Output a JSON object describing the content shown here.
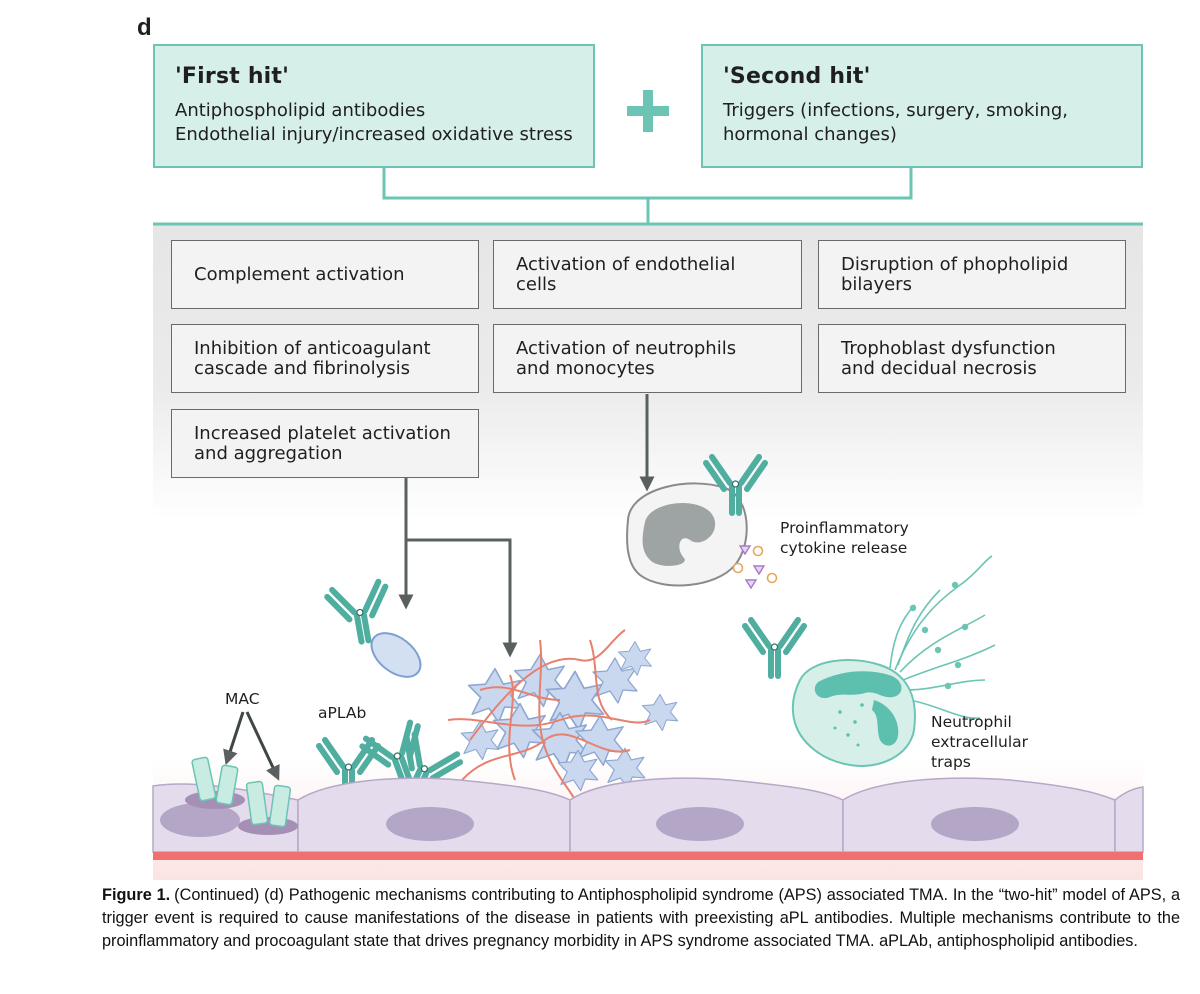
{
  "panel_letter": "d",
  "first_hit": {
    "title": "'First hit'",
    "lines": [
      "Antiphospholipid antibodies",
      "Endothelial injury/increased oxidative stress"
    ]
  },
  "second_hit": {
    "title": "'Second hit'",
    "lines": [
      "Triggers (infections, surgery, smoking,",
      "hormonal changes)"
    ]
  },
  "mechanisms": [
    {
      "lines": [
        "Complement activation"
      ]
    },
    {
      "lines": [
        "Activation of endothelial cells"
      ]
    },
    {
      "lines": [
        "Disruption of phopholipid",
        "bilayers"
      ]
    },
    {
      "lines": [
        "Inhibition of anticoagulant",
        "cascade and fibrinolysis"
      ]
    },
    {
      "lines": [
        "Activation of neutrophils",
        "and monocytes"
      ]
    },
    {
      "lines": [
        "Trophoblast dysfunction",
        "and decidual necrosis"
      ]
    },
    {
      "lines": [
        "Increased platelet activation",
        "and aggregation"
      ]
    }
  ],
  "labels": {
    "cytokine": [
      "Proinflammatory",
      "cytokine release"
    ],
    "mac": "MAC",
    "aplab": "aPLAb",
    "net": [
      "Neutrophil",
      "extracellular",
      "traps"
    ]
  },
  "caption": {
    "figure_label": "Figure 1.",
    "text": "(Continued) (d) Pathogenic mechanisms contributing to Antiphospholipid syndrome (APS) associated TMA. In the “two-hit” model of APS, a trigger event is required to cause manifestations of the disease in patients with preexisting aPL antibodies. Multiple mechanisms contribute to the proinflammatory and procoagulant state that drives pregnancy morbidity in APS syndrome associated TMA. aPLAb, antiphospholipid antibodies."
  },
  "colors": {
    "teal": "#6cc4b5",
    "teal_fill": "#d6efe9",
    "antibody": "#4fae9f",
    "arrow": "#59605f",
    "cell_fill": "#e4dcec",
    "nucleus": "#b3a6c6",
    "vessel_red": "#f07070",
    "platelet": "#c9d8ef",
    "fibrin": "#e8806e"
  }
}
